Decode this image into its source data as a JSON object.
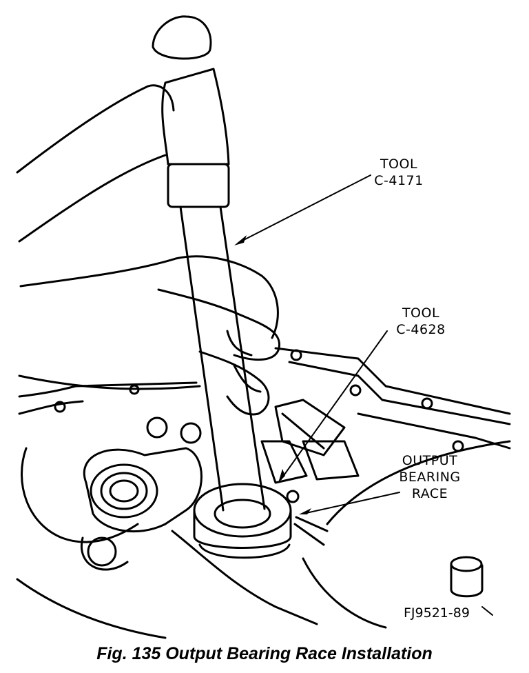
{
  "labels": {
    "tool_c4171": [
      "TOOL",
      "C-4171"
    ],
    "tool_c4628": [
      "TOOL",
      "C-4628"
    ],
    "output_bearing_race": [
      "OUTPUT",
      "BEARING",
      "RACE"
    ]
  },
  "figure_id": "FJ9521-89",
  "caption": "Fig. 135 Output Bearing Race Installation"
}
